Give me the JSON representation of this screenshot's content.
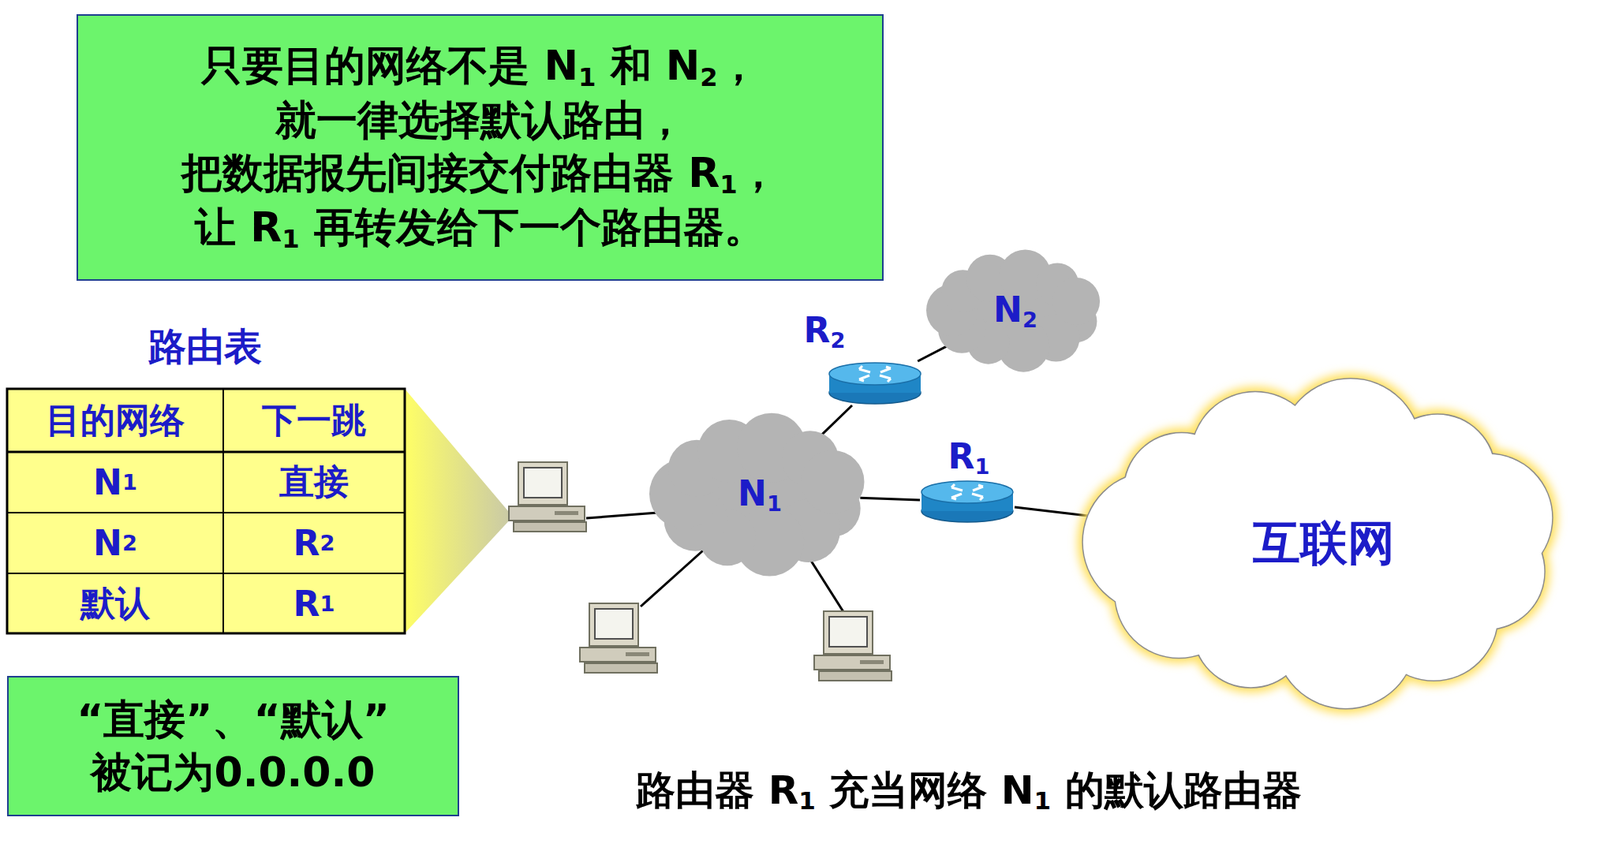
{
  "diagram": {
    "caption": "路由器 R1 充当网络 N1 的默认路由器",
    "nodes": [
      {
        "text": [
          "只要目的网络不是 N1 和 N2， 就一律选择默认路由， 把数据报先间接交付路由器 R1， 让 R1 再转发给下一个路由器。"
        ]
      },
      {
        "text": [
          "N2"
        ]
      },
      {
        "text": [
          "R2"
        ]
      },
      {
        "text": [
          "R1"
        ]
      },
      {
        "text": [
          "N1"
        ]
      },
      {
        "text": [
          "互联网"
        ]
      },
      {
        "text": [
          "“直接”、“默认” 被记为0.0.0.0"
        ]
      }
    ],
    "edges": [
      {
        "from": 2,
        "to": 1,
        "arrow": "none"
      },
      {
        "from": 2,
        "to": 4,
        "arrow": "none"
      },
      {
        "from": 4,
        "to": 3,
        "arrow": "none"
      },
      {
        "from": 3,
        "to": 5,
        "arrow": "none"
      }
    ],
    "labels": [
      "路由表",
      "目的网络",
      "下一跳",
      "N1",
      "直接",
      "N2",
      "R2",
      "默认",
      "R1"
    ]
  }
}
